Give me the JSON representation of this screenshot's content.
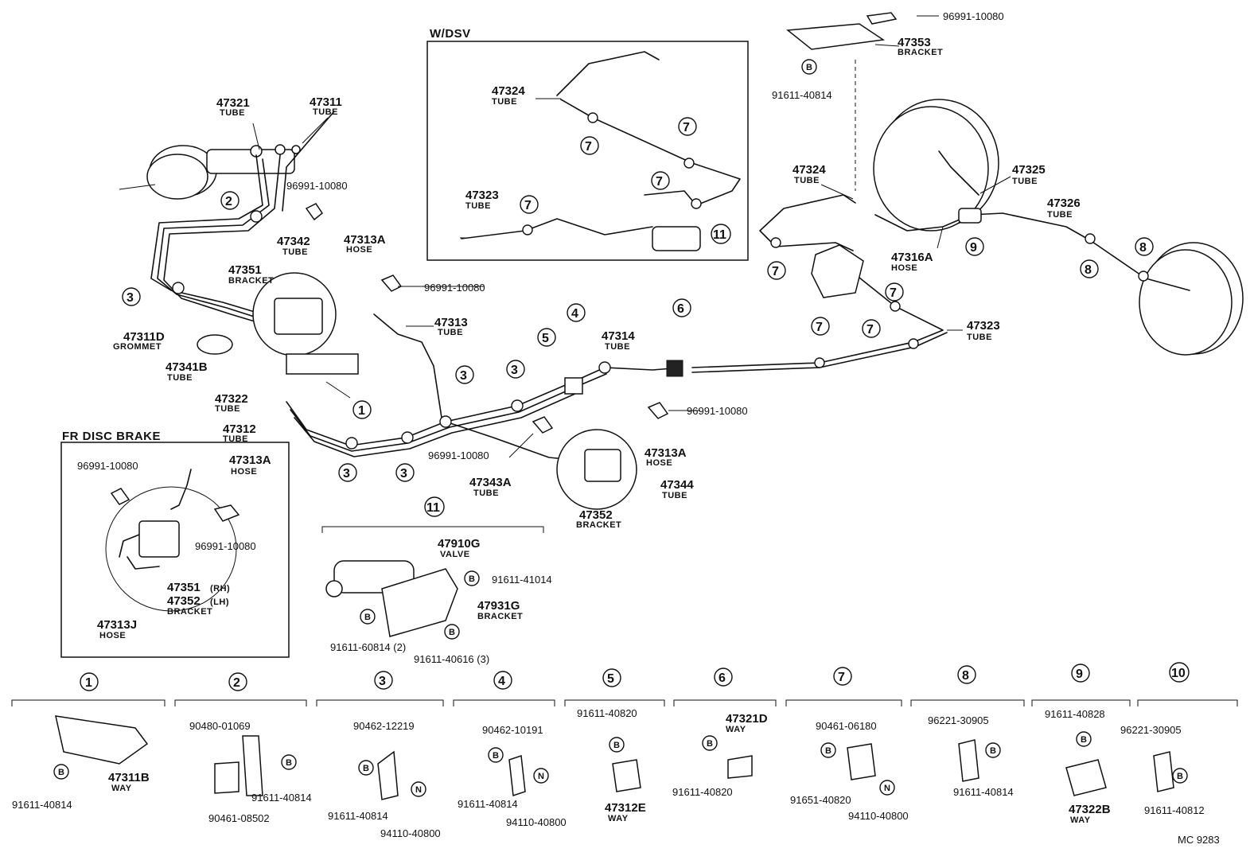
{
  "parts": {
    "p47321": "47321",
    "p47311": "47311",
    "p96991a": "96991-10080",
    "p47342": "47342",
    "p47313a_top": "47313A",
    "p47351": "47351",
    "p96991b": "96991-10080",
    "p47313": "47313",
    "p47311d": "47311D",
    "p47341b": "47341B",
    "p47322": "47322",
    "p47312": "47312",
    "p47314": "47314",
    "p96991c": "96991-10080",
    "p47313a_mid": "47313A",
    "p96991d": "96991-10080",
    "p47343a": "47343A",
    "p47344": "47344",
    "p47352": "47352",
    "p47324_dsv": "47324",
    "p47323_dsv": "47323",
    "p96991e": "96991-10080",
    "p47353": "47353",
    "p91611_40814_top": "91611-40814",
    "p47324": "47324",
    "p47325": "47325",
    "p47326": "47326",
    "p47316a": "47316A",
    "p47323": "47323",
    "fr_96991a": "96991-10080",
    "fr_47313a": "47313A",
    "fr_96991b": "96991-10080",
    "fr_47351": "47351",
    "fr_47351_side": "(RH)",
    "fr_47352": "47352",
    "fr_47352_side": "(LH)",
    "fr_47313j": "47313J",
    "v_47910g": "47910G",
    "v_91611_41014": "91611-41014",
    "v_47931g": "47931G",
    "v_91611_60814": "91611-60814 (2)",
    "v_91611_40616": "91611-40616 (3)",
    "d1_47311b": "47311B",
    "d1_91611": "91611-40814",
    "d2_90480": "90480-01069",
    "d2_91611": "91611-40814",
    "d2_90461": "90461-08502",
    "d3_90462": "90462-12219",
    "d3_91611": "91611-40814",
    "d3_94110": "94110-40800",
    "d4_90462": "90462-10191",
    "d4_91611": "91611-40814",
    "d4_94110": "94110-40800",
    "d5_91611": "91611-40820",
    "d5_47312e": "47312E",
    "d6_47321d": "47321D",
    "d6_91611": "91611-40820",
    "d7_90461": "90461-06180",
    "d7_91651": "91651-40820",
    "d7_94110": "94110-40800",
    "d8_96221": "96221-30905",
    "d8_91611": "91611-40814",
    "d9_91611": "91611-40828",
    "d9_47322b": "47322B",
    "d10_96221": "96221-30905",
    "d10_91611": "91611-40812"
  },
  "desc": {
    "tube": "TUBE",
    "hose": "HOSE",
    "bracket": "BRACKET",
    "grommet": "GROMMET",
    "valve": "VALVE",
    "way": "WAY"
  },
  "sections": {
    "wdsv": "W/DSV",
    "fr_disc": "FR  DISC  BRAKE"
  },
  "callouts": {
    "c1": "1",
    "c2": "2",
    "c3": "3",
    "c4": "4",
    "c5": "5",
    "c6": "6",
    "c7": "7",
    "c8": "8",
    "c9": "9",
    "c10": "10",
    "c11": "11"
  },
  "fastener_marks": {
    "b": "B",
    "n": "N"
  },
  "footer": {
    "code": "MC  9283"
  }
}
